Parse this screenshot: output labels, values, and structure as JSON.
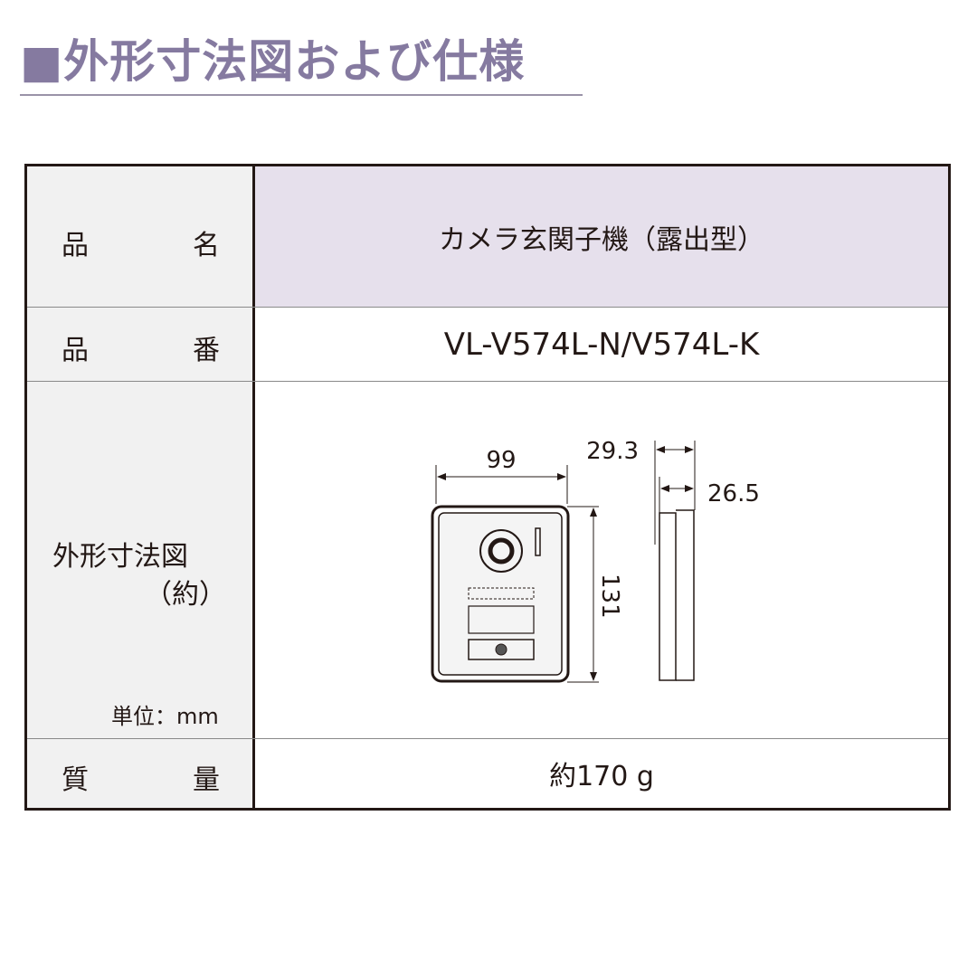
{
  "title": "■外形寸法図および仕様",
  "colors": {
    "accent": "#857aa0",
    "header_bg": "#e6e0ec",
    "label_bg": "#f1f1f1"
  },
  "spec_rows": [
    {
      "label_a": "品",
      "label_b": "名",
      "value": "カメラ玄関子機（露出型）"
    },
    {
      "label_a": "品",
      "label_b": "番",
      "value": "VL-V574L-N/V574L-K"
    },
    {
      "label": "外形寸法図",
      "label_sub": "（約）",
      "unit": "単位：mm",
      "dimensions": {
        "width": "99",
        "height": "131",
        "depth_total": "29.3",
        "depth_body": "26.5"
      }
    },
    {
      "label_a": "質",
      "label_b": "量",
      "value": "約170 g"
    }
  ]
}
